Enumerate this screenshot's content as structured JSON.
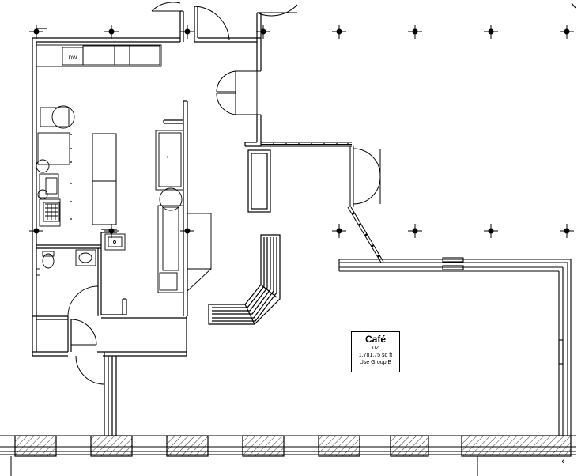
{
  "room": {
    "name": "Café",
    "number": "02",
    "area": "1,781.75 sq ft",
    "use_group": "Use Group B"
  },
  "equipment": {
    "dishwasher_label": "DW",
    "appliance_mark": "P"
  },
  "controls": {
    "scroll_left_icon": "chevron-left-icon",
    "scroll_left_glyph": "‹"
  },
  "colors": {
    "line": "#000000",
    "background": "#ffffff"
  }
}
